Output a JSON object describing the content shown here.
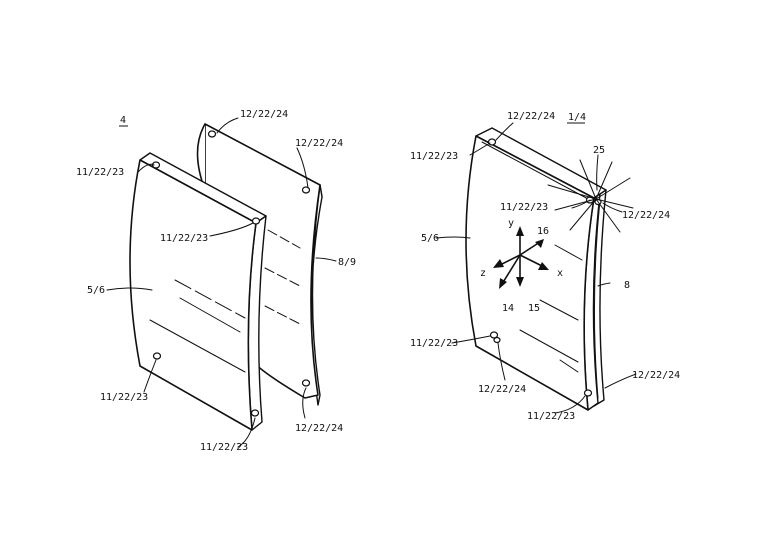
{
  "figures": [
    {
      "id": "left",
      "title": "4",
      "labels": {
        "l1": "12/22/24",
        "l2": "12/22/24",
        "l3": "11/22/23",
        "l4": "11/22/23",
        "l5": "5/6",
        "l6": "8/9",
        "l7": "11/22/23",
        "l8": "12/22/24",
        "l9": "11/22/23"
      }
    },
    {
      "id": "right",
      "title": "1/4",
      "labels": {
        "r1": "12/22/24",
        "r2": "11/22/23",
        "r3": "25",
        "r4": "11/22/23",
        "r5": "12/22/24",
        "r6": "y",
        "r7": "16",
        "r8": "5/6",
        "r9": "z",
        "r10": "x",
        "r11": "14",
        "r12": "15",
        "r13": "8",
        "r14": "11/22/23",
        "r15": "12/22/24",
        "r16": "12/22/24",
        "r17": "11/22/23"
      }
    }
  ]
}
